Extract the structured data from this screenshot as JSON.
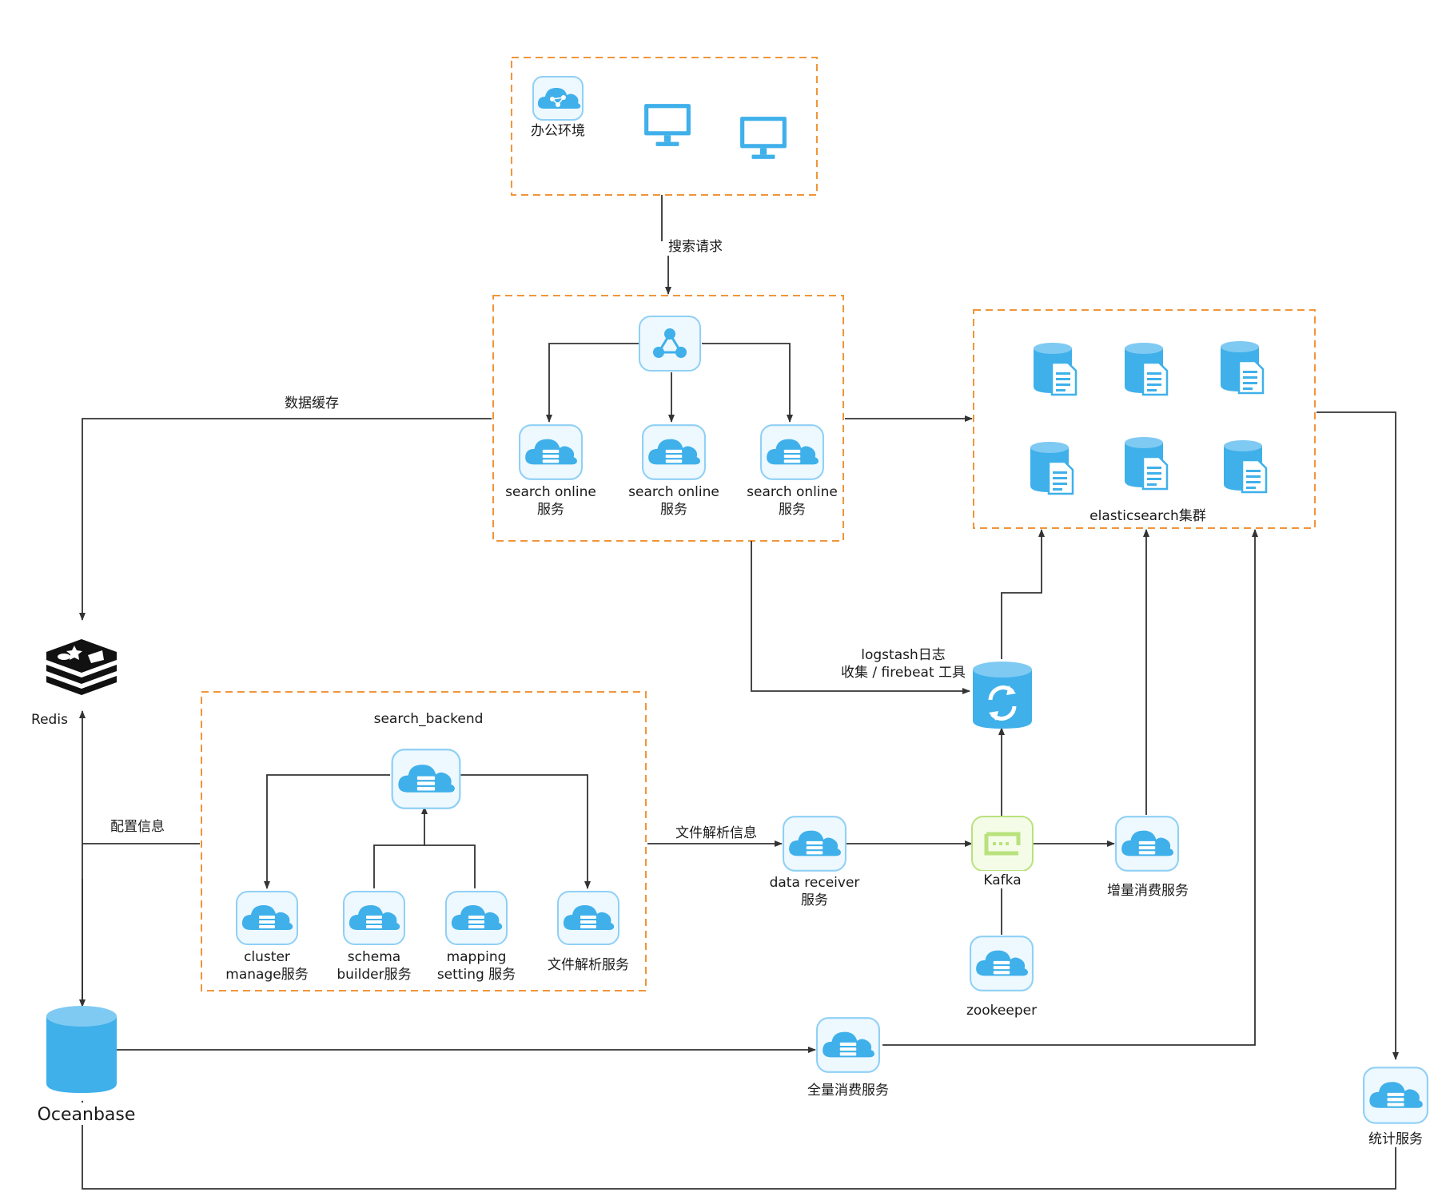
{
  "colors": {
    "group_border": "#f0953a",
    "icon_blue": "#3fb0ea",
    "icon_tile_bg": "#eef8ff",
    "kafka_green": "#b9e27c",
    "edge": "#333333"
  },
  "groups": {
    "office": {
      "label": "办公环境"
    },
    "search_online": {
      "balancer_icon": "load-balancer-icon",
      "services": [
        {
          "line1": "search online",
          "line2": "服务"
        },
        {
          "line1": "search online",
          "line2": "服务"
        },
        {
          "line1": "search online",
          "line2": "服务"
        }
      ]
    },
    "elasticsearch": {
      "label": "elasticsearch集群",
      "node_count": 6
    },
    "search_backend": {
      "label": "search_backend",
      "services": [
        {
          "line1": "cluster",
          "line2": "manage服务"
        },
        {
          "line1": "schema",
          "line2": "builder服务"
        },
        {
          "line1": "mapping",
          "line2": "setting 服务"
        },
        {
          "line1": "文件解析服务",
          "line2": ""
        }
      ]
    }
  },
  "nodes": {
    "redis": "Redis",
    "oceanbase": "Oceanbase",
    "logstash_line1": "logstash日志",
    "logstash_line2": "收集 / firebeat 工具",
    "data_receiver_line1": "data receiver",
    "data_receiver_line2": "服务",
    "kafka": "Kafka",
    "zookeeper": "zookeeper",
    "incremental": "增量消费服务",
    "full": "全量消费服务",
    "stats": "统计服务"
  },
  "edges": {
    "search_request": "搜索请求",
    "data_cache": "数据缓存",
    "config_info": "配置信息",
    "file_parse_info": "文件解析信息"
  }
}
